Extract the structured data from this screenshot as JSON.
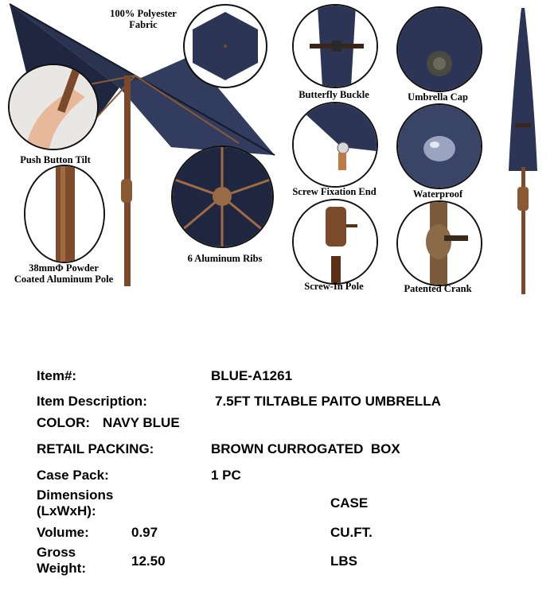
{
  "features": {
    "fabric": "100% Polyester\nFabric",
    "tilt": "Push Button Tilt",
    "pole": "38mmΦ Powder\nCoated Aluminum Pole",
    "ribs": "6 Aluminum Ribs",
    "buckle": "Butterfly Buckle",
    "cap": "Umbrella Cap",
    "screw_end": "Screw Fixation End",
    "waterproof": "Waterproof",
    "screw_pole": "Screw-In Pole",
    "crank": "Patented Crank"
  },
  "specs": {
    "item_label": "Item#:",
    "item_value": "BLUE-A1261",
    "desc_label": "Item Description:",
    "desc_value": "7.5FT TILTABLE PAITO UMBRELLA",
    "color_label": "COLOR:",
    "color_value": "NAVY BLUE",
    "packing_label": "RETAIL PACKING:",
    "packing_value": "BROWN CURROGATED  BOX",
    "casepack_label": "Case Pack:",
    "casepack_value": "1 PC",
    "dimensions_label": "Dimensions\n(LxWxH):",
    "dimensions_unit": "CASE",
    "volume_label": "Volume:",
    "volume_value": "0.97",
    "volume_unit": "CU.FT.",
    "weight_label": "Gross\nWeight:",
    "weight_value": "12.50",
    "weight_unit": "LBS"
  },
  "colors": {
    "canopy": "#2a3350",
    "canopy_dark": "#1a2036",
    "bronze": "#7a4a2a",
    "bronze_light": "#b07a4a"
  }
}
